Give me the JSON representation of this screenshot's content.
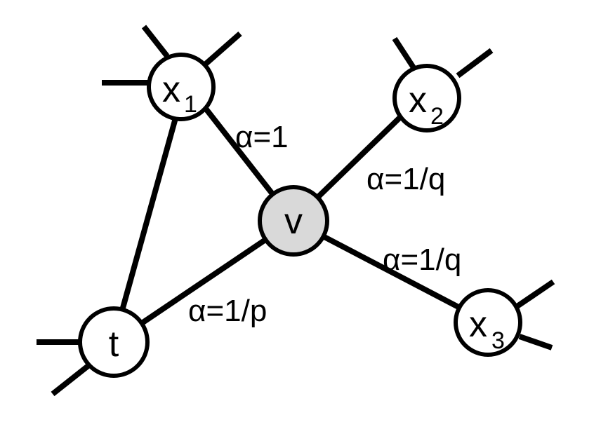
{
  "colors": {
    "line": "#000000",
    "node_fill": "#ffffff",
    "current_node_fill": "#d9d9d9",
    "background": "#ffffff"
  },
  "nodes": {
    "x1": {
      "label": "x",
      "subscript": "1"
    },
    "x2": {
      "label": "x",
      "subscript": "2"
    },
    "x3": {
      "label": "x",
      "subscript": "3"
    },
    "v": {
      "label": "v"
    },
    "t": {
      "label": "t"
    }
  },
  "edges": {
    "v_x1": {
      "label": "α=1"
    },
    "v_x2": {
      "label": "α=1/q"
    },
    "v_x3": {
      "label": "α=1/q"
    },
    "v_t": {
      "label": "α=1/p"
    }
  }
}
